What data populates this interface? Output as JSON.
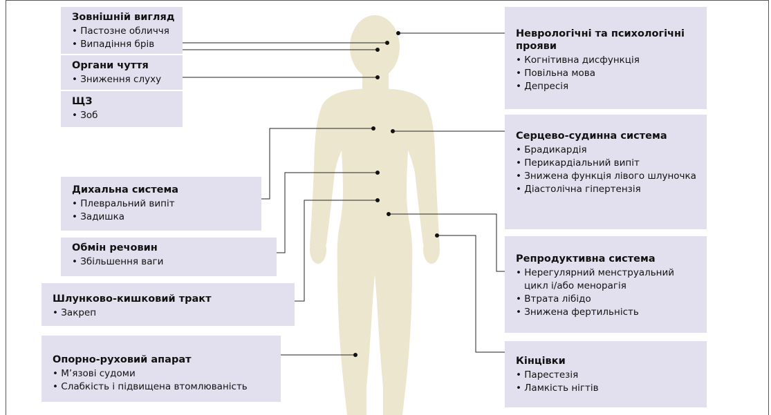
{
  "groups": {
    "appearance": {
      "title": "Зовнішній вигляд",
      "items": [
        "Пастозне обличчя",
        "Випадіння брів"
      ]
    },
    "senses": {
      "title": "Органи чуття",
      "items": [
        "Зниження слуху"
      ]
    },
    "thyroid": {
      "title": "ЩЗ",
      "items": [
        "Зоб"
      ]
    },
    "respiratory": {
      "title": "Дихальна система",
      "items": [
        "Плевральний випіт",
        "Задишка"
      ]
    },
    "metabolism": {
      "title": "Обмін речовин",
      "items": [
        "Збільшення ваги"
      ]
    },
    "gi": {
      "title": "Шлунково-кишковий тракт",
      "items": [
        "Закреп"
      ]
    },
    "musculoskeletal": {
      "title": "Опорно-руховий апарат",
      "items": [
        "М’язові судоми",
        "Слабкість і підвищена втомлюваність"
      ]
    },
    "neuro": {
      "title": "Неврологічні та психологічні прояви",
      "items": [
        "Когнітивна дисфункція",
        "Повільна мова",
        "Депресія"
      ]
    },
    "cardio": {
      "title": "Серцево-судинна система",
      "items": [
        "Брадикардія",
        "Перикардіальний випіт",
        "Знижена функція лівого шлуночка",
        "Діастолічна гіпертензія"
      ]
    },
    "reproductive": {
      "title": "Репродуктивна система",
      "items": [
        "Нерегулярний менструальний цикл і/або менорагія",
        "Втрата лібідо",
        "Знижена фертильність"
      ]
    },
    "limbs": {
      "title": "Кінцівки",
      "items": [
        "Парестезія",
        "Ламкість нігтів"
      ]
    }
  },
  "colors": {
    "box_bg": "#e2e0ee",
    "body_fill": "#ece6cf",
    "line": "#222222"
  }
}
